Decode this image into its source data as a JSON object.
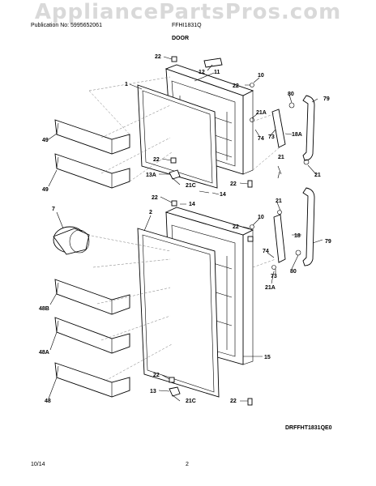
{
  "watermark": "AppliancePartsPros.com",
  "header": {
    "publication": "Publication No: 5995652061",
    "model": "FFHI1831Q",
    "section": "DOOR"
  },
  "footer": {
    "diagram_code": "DRFFHT1831QE0",
    "date": "10/14",
    "page": "2"
  },
  "callouts": {
    "c22a": "22",
    "c12": "12",
    "c11": "11",
    "c22b": "22",
    "c10a": "10",
    "c1": "1",
    "c80a": "80",
    "c79a": "79",
    "c21Aa": "21A",
    "c74a": "74",
    "c73a": "73",
    "c18A": "18A",
    "c49a": "49",
    "c21a": "21",
    "c22c": "22",
    "c13A": "13A",
    "c21Ca": "21C",
    "c22d": "22",
    "c21b": "21",
    "c49b": "49",
    "c14a": "14",
    "c22e": "22",
    "c14b": "14",
    "c7": "7",
    "c2": "2",
    "c21c": "21",
    "c22f": "22",
    "c10b": "10",
    "c18": "18",
    "c79b": "79",
    "c74b": "74",
    "c80b": "80",
    "c73b": "73",
    "c21Ab": "21A",
    "c48B": "48B",
    "c48A": "48A",
    "c15": "15",
    "c22g": "22",
    "c13": "13",
    "c21Cb": "21C",
    "c48": "48",
    "c22h": "22"
  }
}
